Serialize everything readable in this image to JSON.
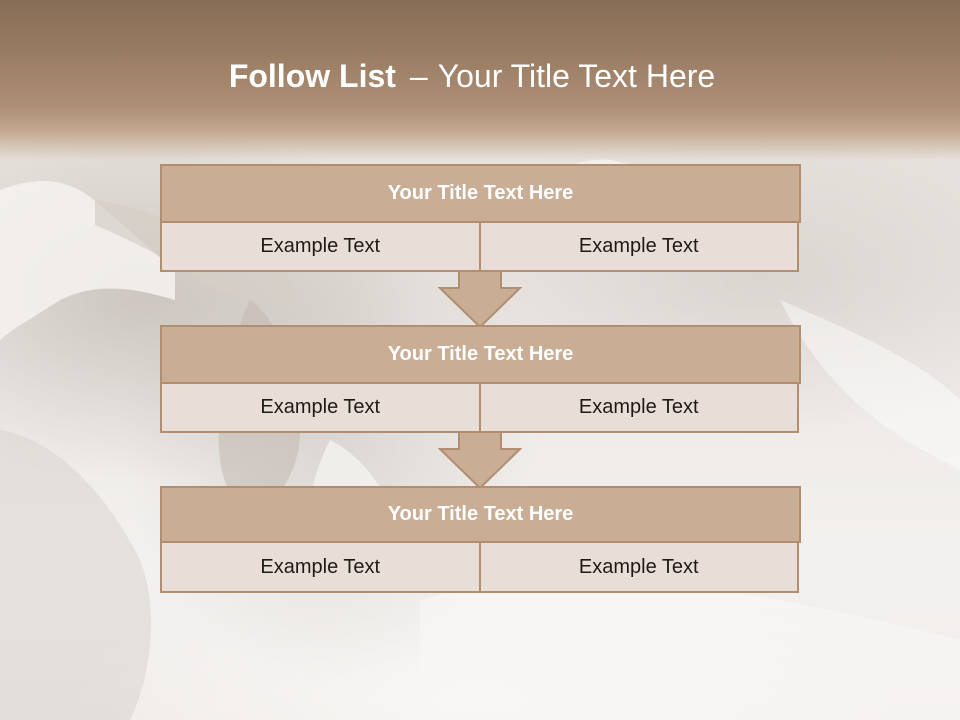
{
  "slide": {
    "title_bold": "Follow List",
    "title_sep": "–",
    "title_rest": "Your Title Text Here"
  },
  "blocks": [
    {
      "title": "Your Title Text Here",
      "left": "Example Text",
      "right": "Example Text"
    },
    {
      "title": "Your Title Text Here",
      "left": "Example Text",
      "right": "Example Text"
    },
    {
      "title": "Your Title Text Here",
      "left": "Example Text",
      "right": "Example Text"
    }
  ],
  "colors": {
    "header": "#9a7d63",
    "block_title_fill": "#c9ae95",
    "cell_fill": "#e8ded7",
    "border": "#b08e6f"
  },
  "icons": {
    "connector": "down-arrow-icon"
  }
}
